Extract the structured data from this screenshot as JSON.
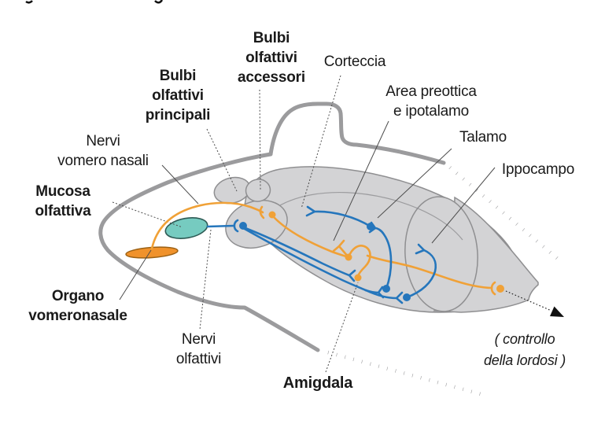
{
  "theme": {
    "orange": "#F0A137",
    "orange_fill": "#F0922B",
    "orange_stroke": "#9C6114",
    "blue": "#2576BC",
    "teal": "#76CBC0",
    "teal_stroke": "#2E5B55",
    "brain_fill": "#D3D3D5",
    "brain_stroke": "#8F8F91",
    "head_outline": "#9B9B9D",
    "leader": "#4D4D4D",
    "text": "#1A1A1A"
  },
  "labels": {
    "bulbi_accessori": "Bulbi\nolfattivi\naccessori",
    "bulbi_principali": "Bulbi\nolfattivi\nprincipali",
    "corteccia": "Corteccia",
    "area_preottica": "Area preottica\ne ipotalamo",
    "talamo": "Talamo",
    "ippocampo": "Ippocampo",
    "nervi_vomero_nasali": "Nervi\nvomero nasali",
    "mucosa_olfattiva": "Mucosa\nolfattiva",
    "organo_vomeronasale": "Organo\nvomeronasale",
    "nervi_olfattivi": "Nervi\nolfattivi",
    "amigdala": "Amigdala",
    "controllo_lordosi": "( controllo\ndella lordosi )"
  }
}
